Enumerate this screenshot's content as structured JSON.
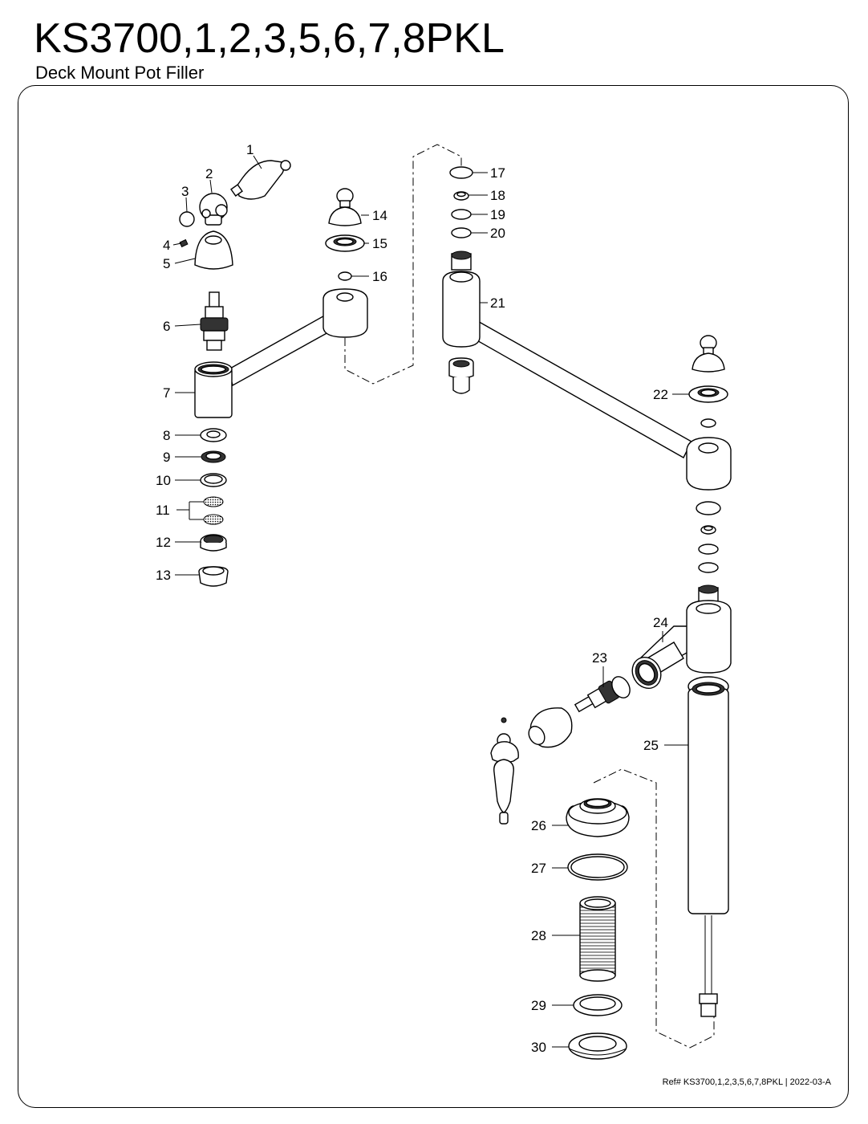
{
  "header": {
    "title": "KS3700,1,2,3,5,6,7,8PKL",
    "subtitle": "Deck Mount Pot Filler"
  },
  "footer": {
    "reference": "Ref# KS3700,1,2,3,5,6,7,8PKL | 2022-03-A"
  },
  "parts": [
    {
      "id": "part-1",
      "label": "1"
    },
    {
      "id": "part-2",
      "label": "2"
    },
    {
      "id": "part-3",
      "label": "3"
    },
    {
      "id": "part-4",
      "label": "4"
    },
    {
      "id": "part-5",
      "label": "5"
    },
    {
      "id": "part-6",
      "label": "6"
    },
    {
      "id": "part-7",
      "label": "7"
    },
    {
      "id": "part-8",
      "label": "8"
    },
    {
      "id": "part-9",
      "label": "9"
    },
    {
      "id": "part-10",
      "label": "10"
    },
    {
      "id": "part-11",
      "label": "11"
    },
    {
      "id": "part-12",
      "label": "12"
    },
    {
      "id": "part-13",
      "label": "13"
    },
    {
      "id": "part-14",
      "label": "14"
    },
    {
      "id": "part-15",
      "label": "15"
    },
    {
      "id": "part-16",
      "label": "16"
    },
    {
      "id": "part-17",
      "label": "17"
    },
    {
      "id": "part-18",
      "label": "18"
    },
    {
      "id": "part-19",
      "label": "19"
    },
    {
      "id": "part-20",
      "label": "20"
    },
    {
      "id": "part-21",
      "label": "21"
    },
    {
      "id": "part-22",
      "label": "22"
    },
    {
      "id": "part-23",
      "label": "23"
    },
    {
      "id": "part-24",
      "label": "24"
    },
    {
      "id": "part-25",
      "label": "25"
    },
    {
      "id": "part-26",
      "label": "26"
    },
    {
      "id": "part-27",
      "label": "27"
    },
    {
      "id": "part-28",
      "label": "28"
    },
    {
      "id": "part-29",
      "label": "29"
    },
    {
      "id": "part-30",
      "label": "30"
    }
  ]
}
